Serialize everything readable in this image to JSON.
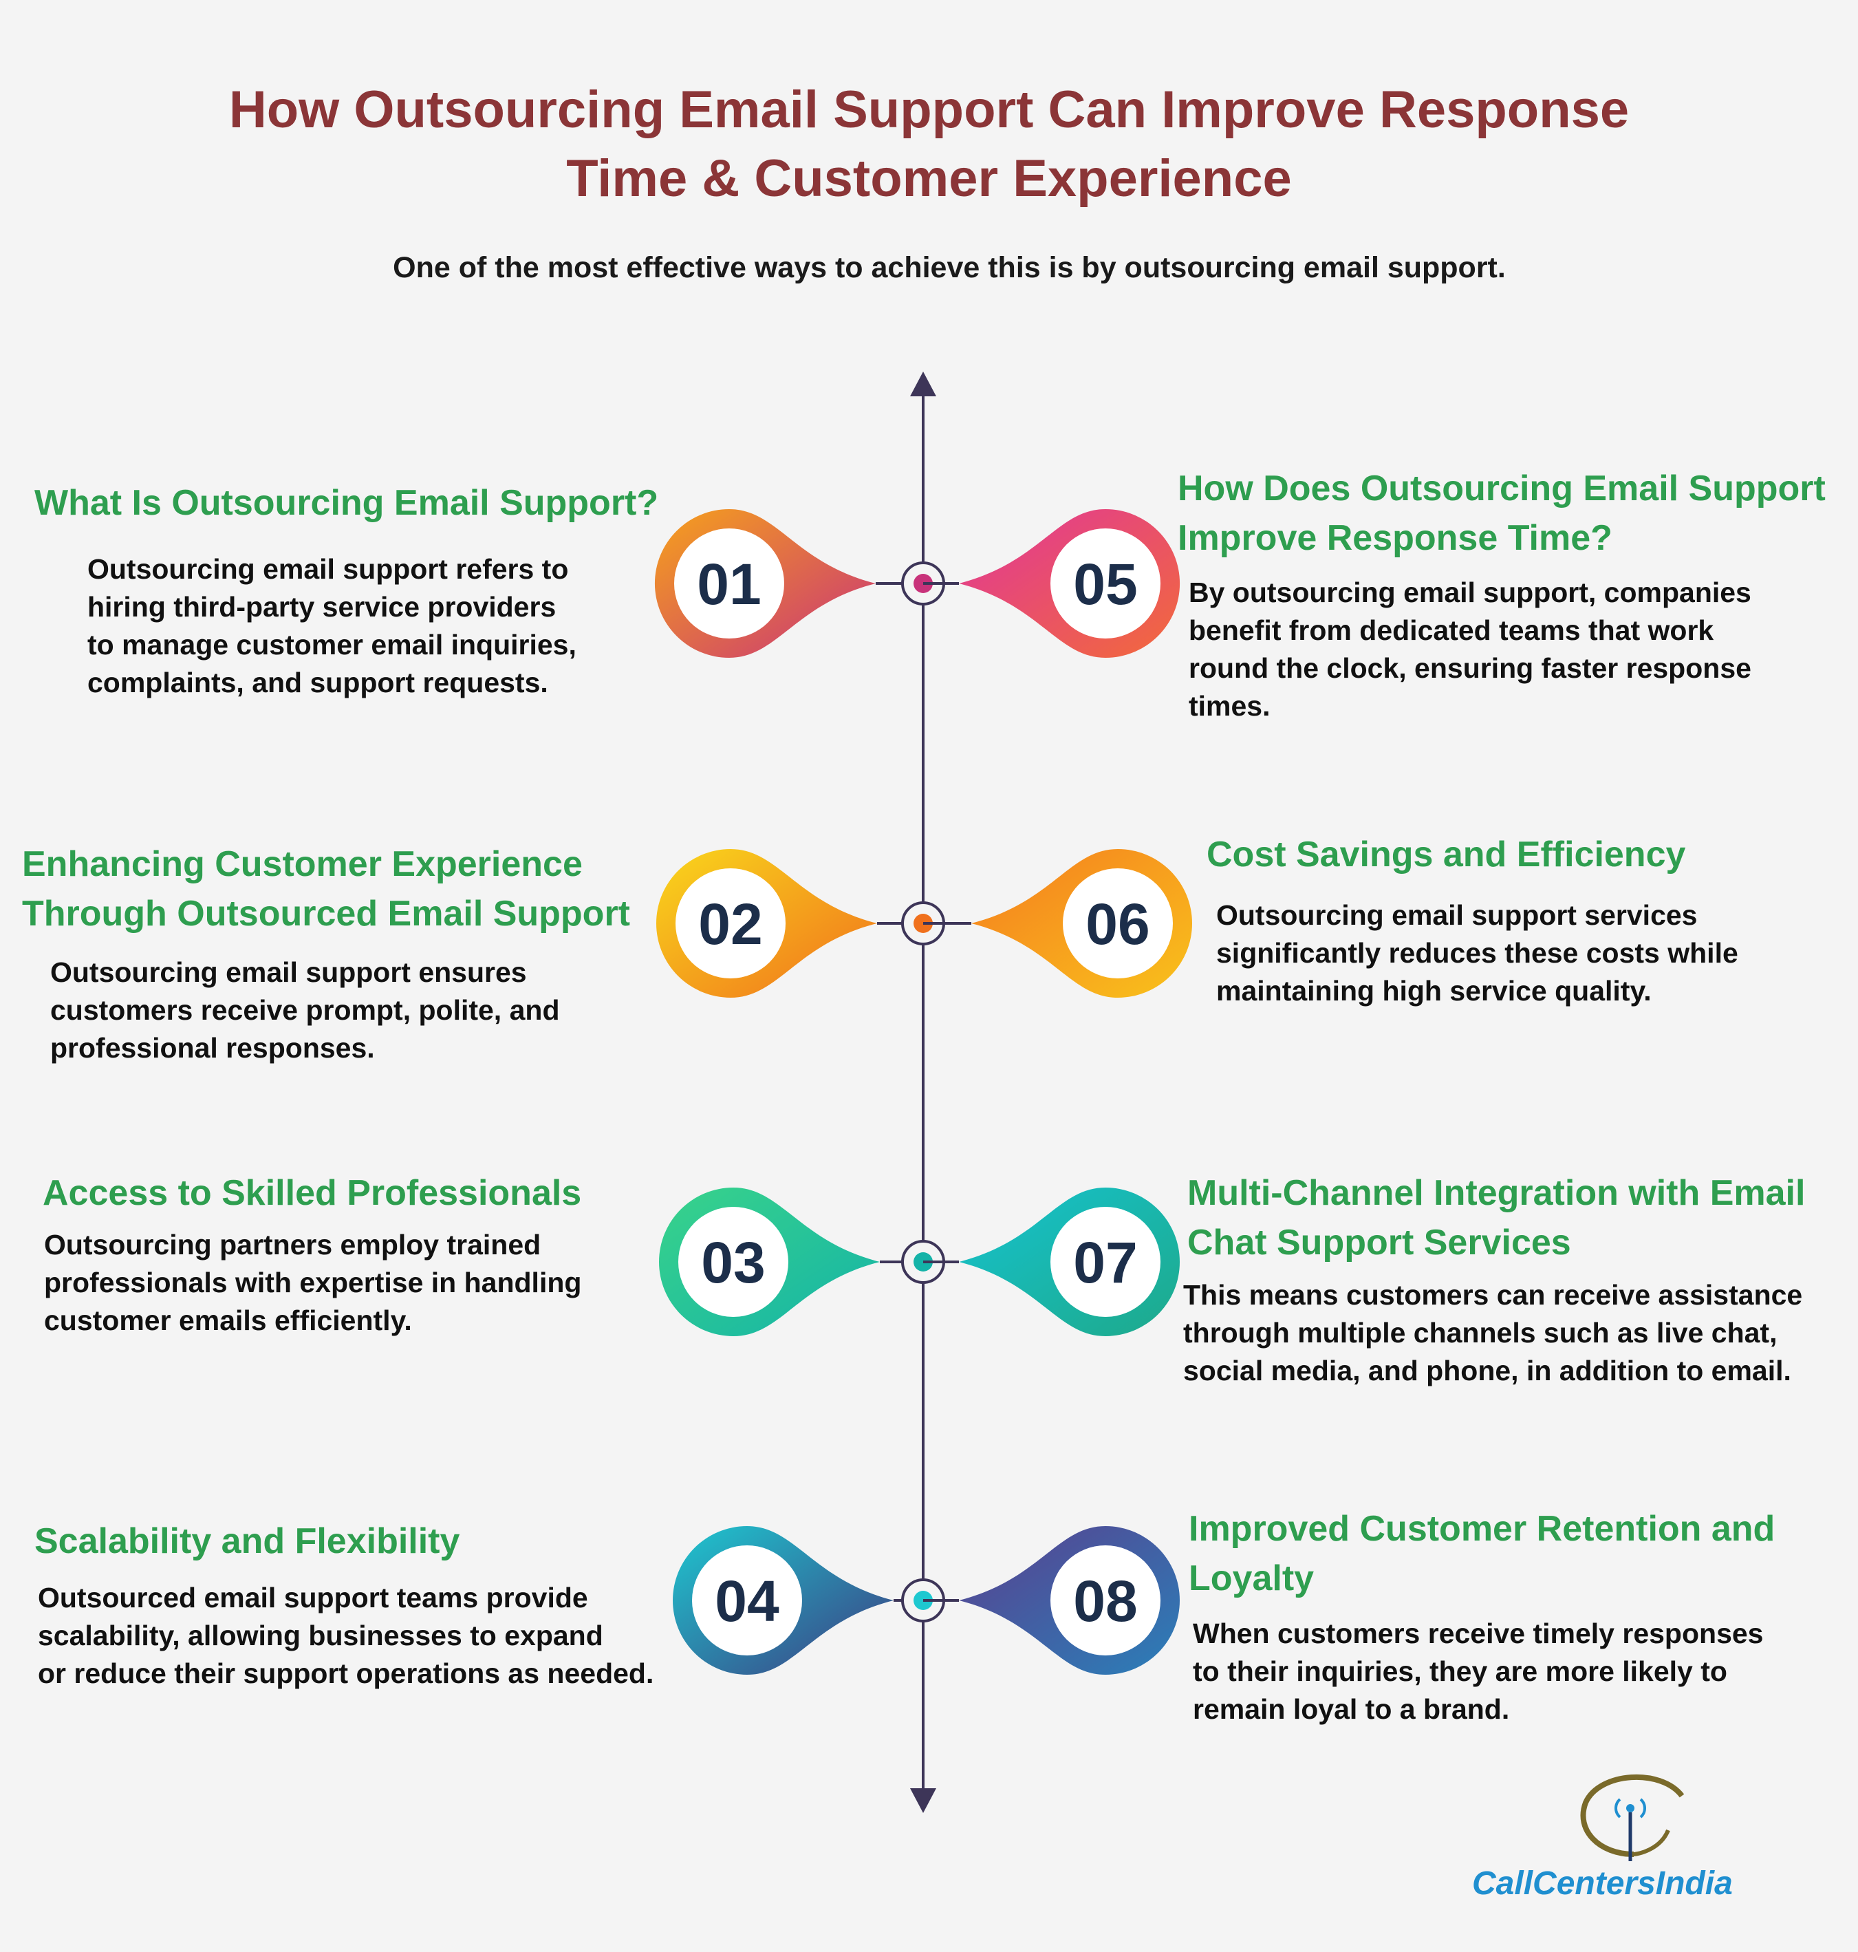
{
  "title_line1": "How Outsourcing Email Support Can Improve Response",
  "title_line2": "Time & Customer Experience",
  "subtitle": "One of the most effective ways to achieve this is by outsourcing email support.",
  "colors": {
    "title": "#8b3537",
    "heading": "#2e9e4f",
    "axis": "#3d3558",
    "logo": "#1f8fd0"
  },
  "items": [
    {
      "number": "01",
      "heading_lines": [
        "What Is Outsourcing Email Support?"
      ],
      "desc_lines": [
        "Outsourcing email support refers to",
        "hiring third-party service providers",
        "to manage customer email inquiries,",
        "complaints, and support requests."
      ],
      "gradient": [
        "#f6a21b",
        "#c8327a"
      ],
      "dot": "#c8327a"
    },
    {
      "number": "02",
      "heading_lines": [
        "Enhancing Customer Experience",
        "Through Outsourced Email Support"
      ],
      "desc_lines": [
        "Outsourcing email support ensures",
        "customers receive prompt, polite, and",
        "professional responses."
      ],
      "gradient": [
        "#f9d71c",
        "#f0701c"
      ],
      "dot": "#f0701c"
    },
    {
      "number": "03",
      "heading_lines": [
        "Access to Skilled Professionals"
      ],
      "desc_lines": [
        "Outsourcing partners employ trained",
        "professionals with expertise in handling",
        "customer emails efficiently."
      ],
      "gradient": [
        "#39d38a",
        "#14b3a8"
      ],
      "dot": "#14b3a8"
    },
    {
      "number": "04",
      "heading_lines": [
        "Scalability and Flexibility"
      ],
      "desc_lines": [
        "Outsourced email support teams provide",
        "scalability, allowing businesses to expand",
        "or reduce their support operations as needed."
      ],
      "gradient": [
        "#1ec8d0",
        "#3d3a80"
      ],
      "dot": "#1ec8d0"
    },
    {
      "number": "05",
      "heading_lines": [
        "How Does Outsourcing Email Support",
        "Improve Response Time?"
      ],
      "desc_lines": [
        "By outsourcing email support, companies",
        "benefit from dedicated teams that work",
        "round the clock, ensuring faster response",
        "times."
      ],
      "gradient": [
        "#e0369a",
        "#f26a3a"
      ],
      "dot": "#c8327a"
    },
    {
      "number": "06",
      "heading_lines": [
        "Cost Savings and Efficiency"
      ],
      "desc_lines": [
        "Outsourcing email support services",
        "significantly reduces these costs while",
        "maintaining high service quality."
      ],
      "gradient": [
        "#f57c1f",
        "#f9c21c"
      ],
      "dot": "#f0701c"
    },
    {
      "number": "07",
      "heading_lines": [
        "Multi-Channel Integration with Email",
        "Chat Support Services"
      ],
      "desc_lines": [
        "This means customers can receive assistance",
        "through multiple channels such as live chat,",
        "social media, and phone, in addition to email."
      ],
      "gradient": [
        "#15c3cf",
        "#1ea98a"
      ],
      "dot": "#14b3a8"
    },
    {
      "number": "08",
      "heading_lines": [
        "Improved Customer Retention and",
        "Loyalty"
      ],
      "desc_lines": [
        "When customers receive timely responses",
        "to their inquiries, they are more likely to",
        "remain loyal to a brand."
      ],
      "gradient": [
        "#5a3f8e",
        "#2a80b9"
      ],
      "dot": "#1ec8d0"
    }
  ],
  "logo_text": "CallCentersIndia"
}
